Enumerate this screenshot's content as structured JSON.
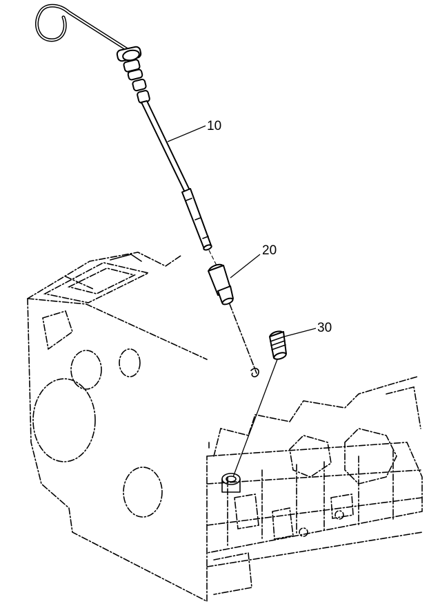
{
  "callouts": [
    {
      "id": "10",
      "label": "10"
    },
    {
      "id": "20",
      "label": "20"
    },
    {
      "id": "30",
      "label": "30"
    }
  ],
  "colors": {
    "ink": "#000000",
    "paper": "#ffffff"
  }
}
